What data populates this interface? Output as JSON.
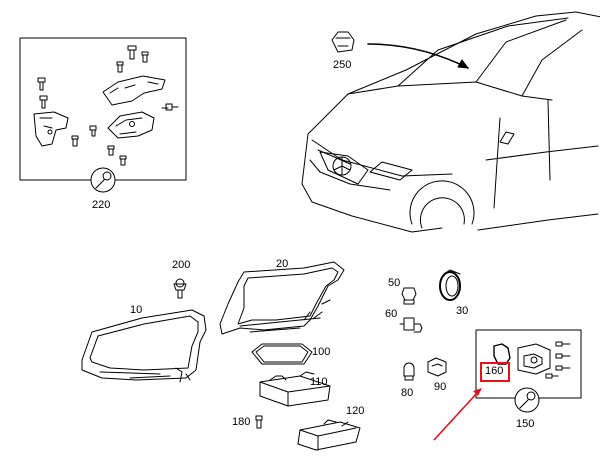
{
  "callouts": {
    "p220": "220",
    "p250": "250",
    "p200": "200",
    "p20": "20",
    "p10": "10",
    "p100": "100",
    "p110": "110",
    "p120": "120",
    "p180": "180",
    "p50": "50",
    "p30": "30",
    "p60": "60",
    "p80": "80",
    "p90": "90",
    "p160": "160",
    "p150": "150"
  },
  "highlight": {
    "part": "160",
    "color": "#e0101c"
  },
  "icons": {
    "wrench": "wrench-icon",
    "arrow": "red-arrow-icon"
  }
}
